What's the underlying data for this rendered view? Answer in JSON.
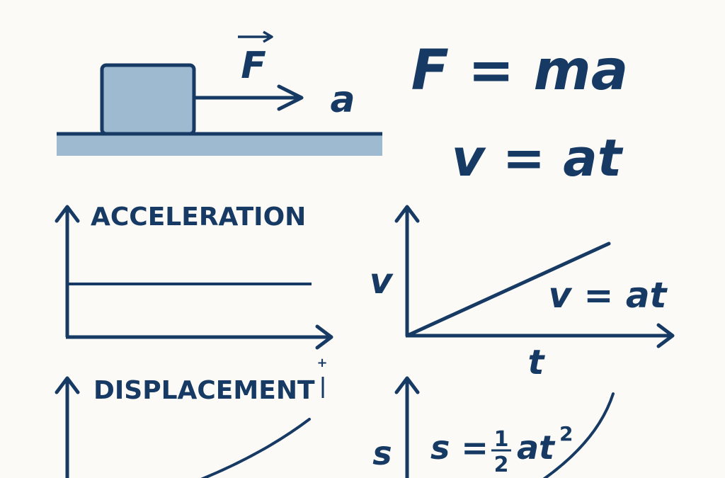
{
  "colors": {
    "ink": "#163a63",
    "block_fill": "#9dbad0",
    "ground_fill": "#9dbad0",
    "background": "#fbfaf6"
  },
  "force_diagram": {
    "force_label": "F",
    "accel_label": "a"
  },
  "equations": {
    "newton": "F = ma",
    "velocity": "v = at"
  },
  "graphs": {
    "acceleration": {
      "title": "ACCELERATION",
      "x_tick": "+"
    },
    "velocity": {
      "y_label": "v",
      "x_label": "t",
      "equation": "v = at"
    },
    "displacement": {
      "title": "DISPLACEMENT"
    },
    "position": {
      "y_label": "s",
      "equation_lhs": "s =",
      "frac_num": "1",
      "frac_den": "2",
      "equation_rhs": "at",
      "exponent": "2"
    }
  }
}
